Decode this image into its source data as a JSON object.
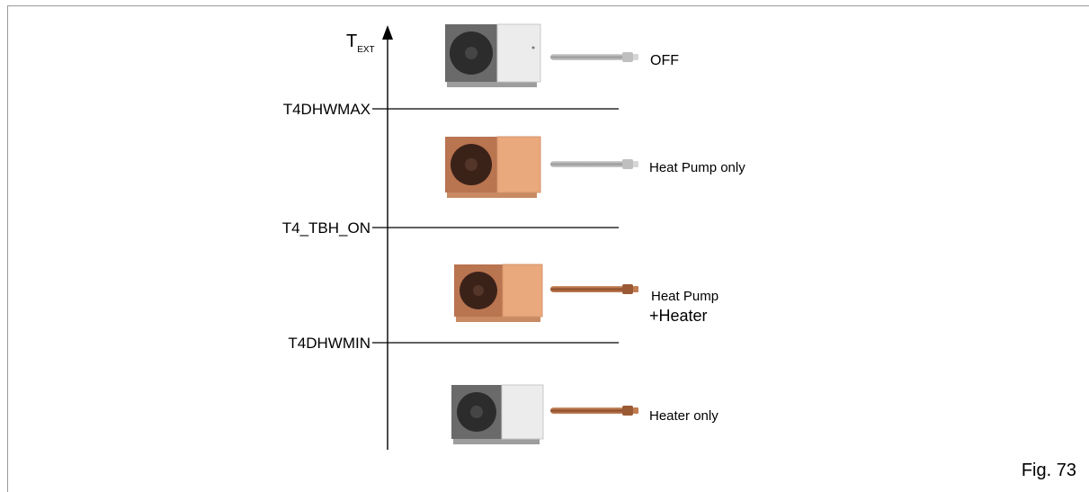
{
  "axis": {
    "label_main": "T",
    "label_sub": "EXT"
  },
  "thresholds": [
    {
      "label": "T4DHWMAX"
    },
    {
      "label": "T4_TBH_ON"
    },
    {
      "label": "T4DHWMIN"
    }
  ],
  "zones": [
    {
      "state": "OFF",
      "unit_color": "gray",
      "heater_color": "gray"
    },
    {
      "state": "Heat Pump only",
      "unit_color": "copper",
      "heater_color": "gray"
    },
    {
      "state_line1": "Heat Pump",
      "state_line2": "+Heater",
      "unit_color": "copper",
      "heater_color": "copper"
    },
    {
      "state": "Heater only",
      "unit_color": "gray",
      "heater_color": "copper"
    }
  ],
  "figure_label": "Fig. 73",
  "colors": {
    "gray_unit_dark": "#5a5a5a",
    "gray_unit_light": "#e4e4e4",
    "copper_dark": "#4a2d22",
    "copper_light": "#e9a77a",
    "heater_gray": "#a9a9a9",
    "heater_copper": "#a0603a"
  }
}
